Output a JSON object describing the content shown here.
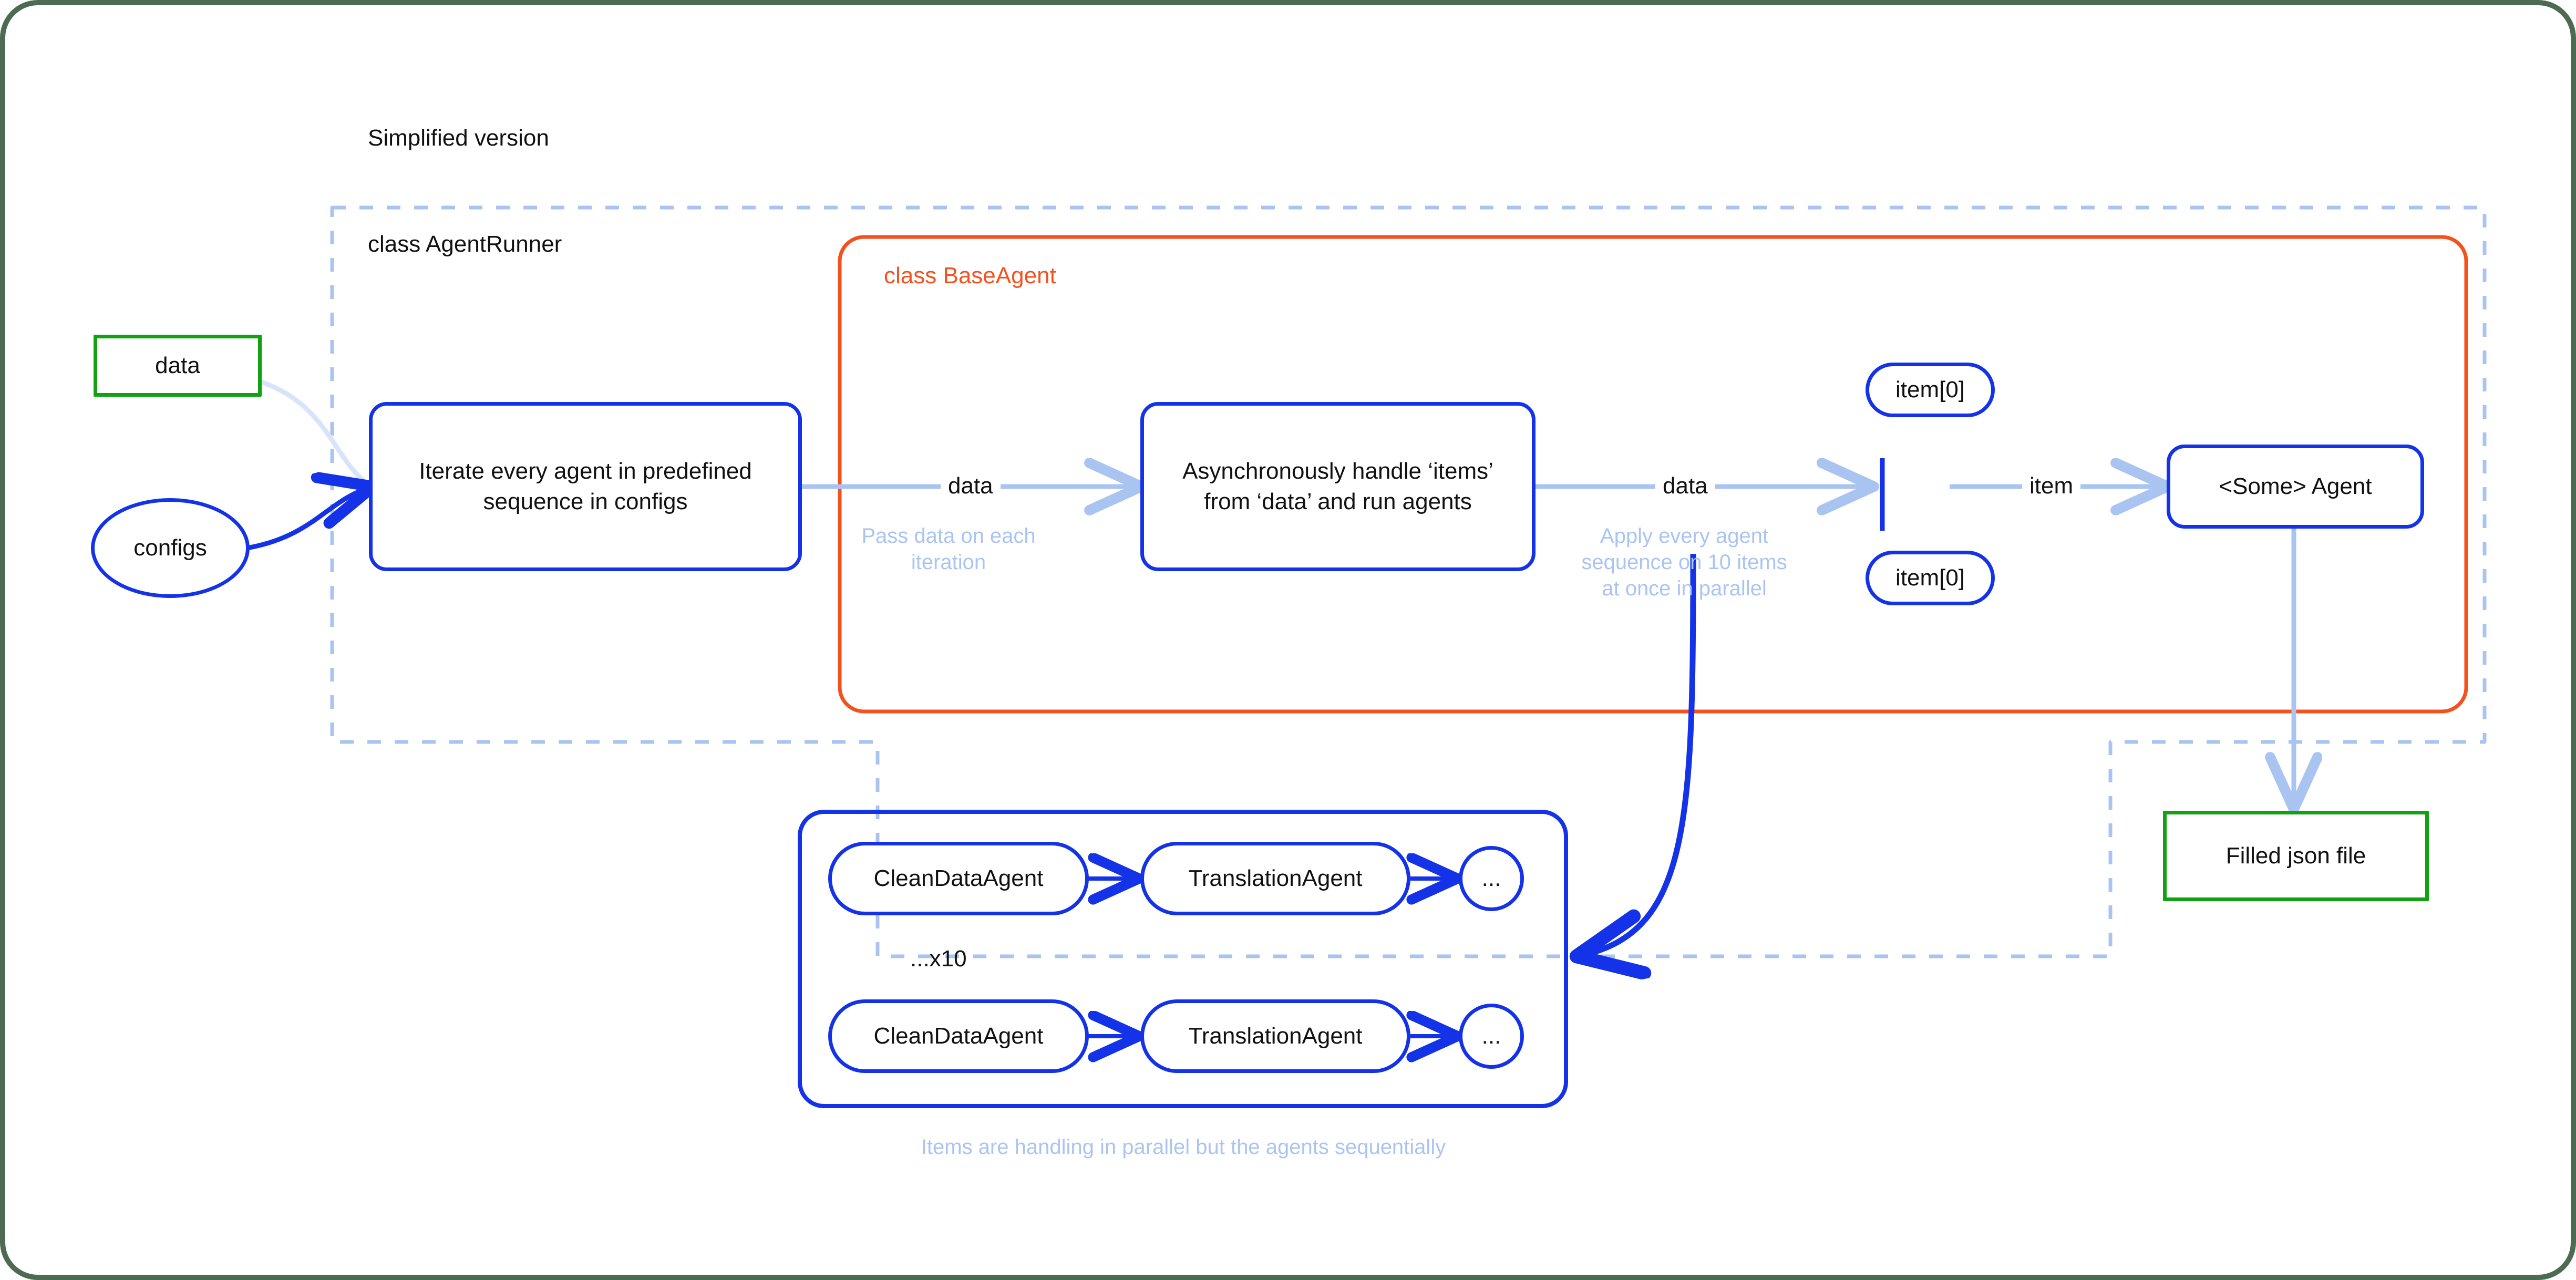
{
  "diagram": {
    "title": "Simplified version",
    "containers": {
      "agent_runner": "class AgentRunner",
      "base_agent": "class BaseAgent"
    },
    "nodes": {
      "data_input": "data",
      "configs": "configs",
      "iterate": "Iterate every agent in predefined sequence in configs",
      "async_handle": "Asynchronously handle ‘items’ from ‘data’ and run agents",
      "item_top": "item[0]",
      "item_bottom": "item[0]",
      "some_agent": "<Some> Agent",
      "filled_json": "Filled json file",
      "clean_data_agent_1": "CleanDataAgent",
      "translation_agent_1": "TranslationAgent",
      "ellipsis_1": "...",
      "clean_data_agent_2": "CleanDataAgent",
      "translation_agent_2": "TranslationAgent",
      "ellipsis_2": "...",
      "repeat_x10": "...x10"
    },
    "edge_labels": {
      "data_to_async": "data",
      "data_to_items": "data",
      "item_to_agent": "item"
    },
    "annotations": {
      "pass_data": "Pass data on each iteration",
      "apply_every_agent": "Apply every agent sequence on 10 items at once in parallel",
      "parallel_caption": "Items are handling in parallel but the agents sequentially"
    },
    "colors": {
      "node_blue": "#1433e8",
      "artifact_green": "#11a111",
      "base_agent_orange": "#f4511e",
      "annotation_blue": "#aac4f2",
      "arrow_blue": "#aac4f2",
      "frame_green": "#4d6b52"
    }
  }
}
